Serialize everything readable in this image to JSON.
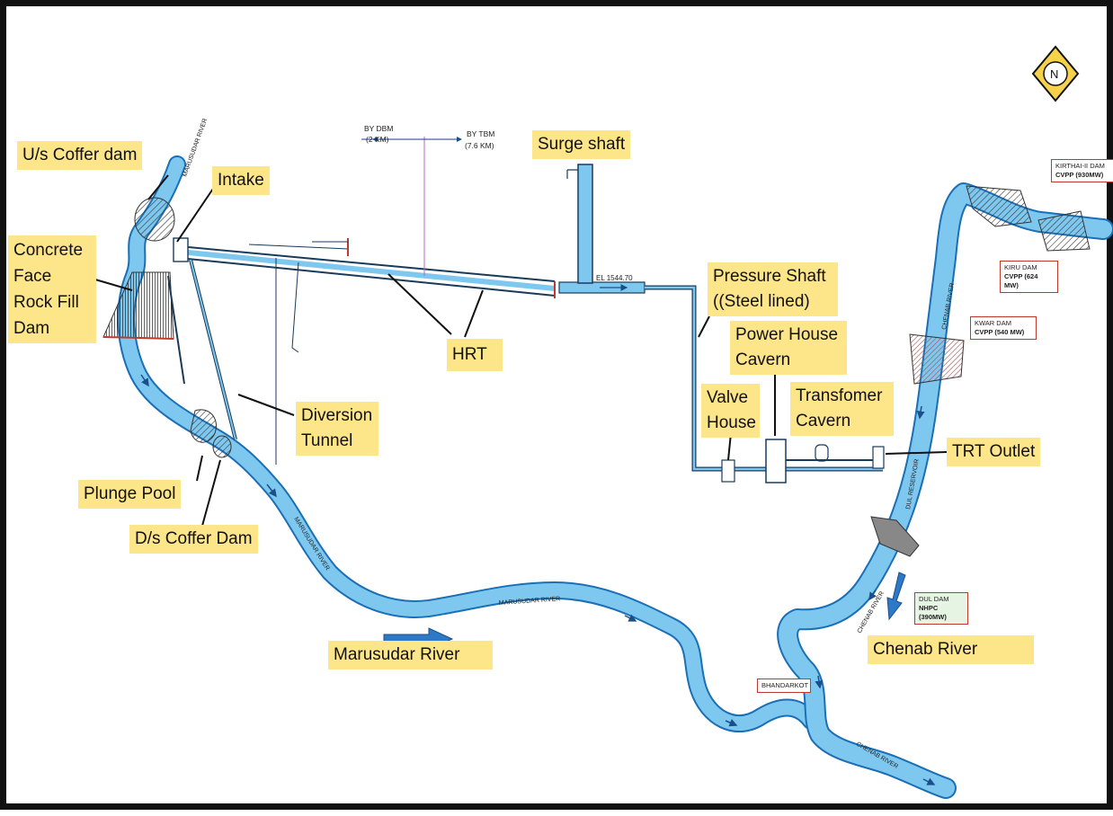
{
  "labels": {
    "us_coffer_dam": "U/s Coffer dam",
    "intake": "Intake",
    "cfrd": "Concrete Face Rock Fill Dam",
    "surge_shaft": "Surge shaft",
    "pressure_shaft": "Pressure Shaft ((Steel lined)",
    "hrt": "HRT",
    "power_house": "Power House Cavern",
    "valve_house": "Valve House",
    "transformer": "Transfomer Cavern",
    "diversion_tunnel": "Diversion Tunnel",
    "trt_outlet": "TRT Outlet",
    "plunge_pool": "Plunge Pool",
    "ds_coffer_dam": "D/s Coffer Dam",
    "marusudar_river": "Marusudar River",
    "chenab_river": "Chenab River"
  },
  "projects": {
    "kirthai_name": "KIRTHAI-II DAM",
    "kirthai_cap": "CVPP (930MW)",
    "kiru_name": "KIRU DAM",
    "kiru_cap": "CVPP (624 MW)",
    "kwar_name": "KWAR DAM",
    "kwar_cap": "CVPP (540 MW)",
    "dul_name": "DUL DAM",
    "dul_cap": "NHPC (390MW)",
    "bhandarkot": "BHANDARKOT"
  },
  "small_text": {
    "by_dbm": "BY DBM",
    "by_dbm_dist": "(2 KM)",
    "by_tbm": "BY TBM",
    "by_tbm_dist": "(7.6 KM)",
    "el": "EL 1544.70",
    "marusudar_river_upper": "MARUSUDAR RIVER",
    "marusudar_river_mid": "MARUSUDAR RIVER",
    "marusudar_river_bottom": "MARUSUDAR RIVER",
    "chenab_river_top": "CHENAB RIVER",
    "chenab_river_mid": "CHENAB RIVER",
    "chenab_river_bottom": "CHENAB RIVER",
    "dul_reservoir": "DUL RESERVOIR"
  },
  "north": "N",
  "colors": {
    "water": "#7ec8f0",
    "water_edge": "#1a6fb5",
    "label_bg": "#fde58a",
    "arrow_blue": "#2e78c8",
    "box_border": "#c0392b",
    "north_yellow": "#f6d24b"
  }
}
